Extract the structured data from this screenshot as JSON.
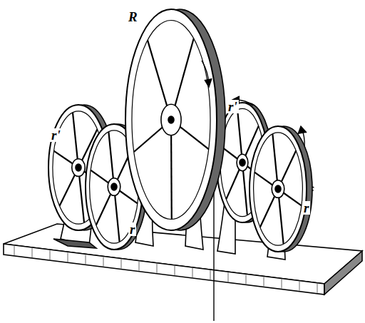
{
  "diagram": {
    "labels": [
      "R",
      "r'",
      "r'",
      "r",
      "r"
    ]
  }
}
